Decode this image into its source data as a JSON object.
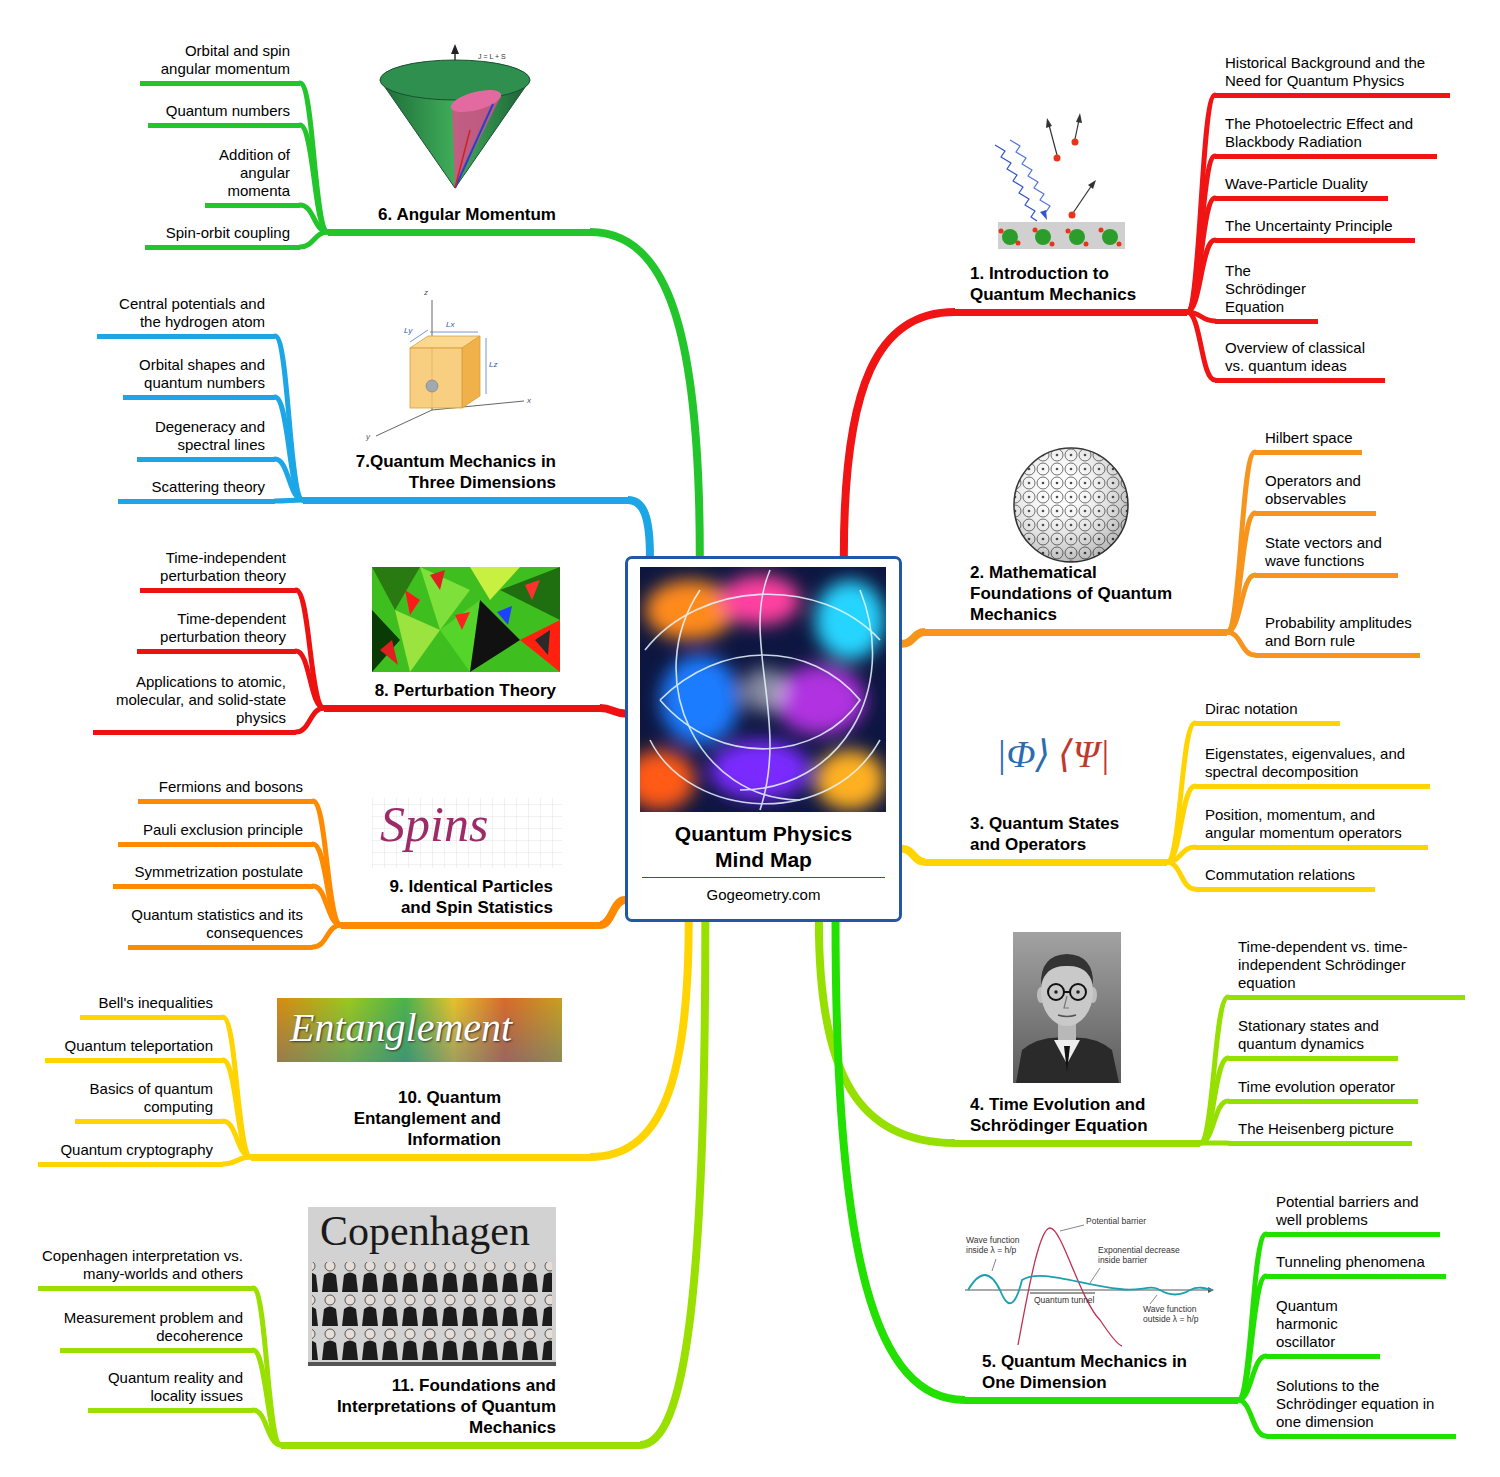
{
  "diagram": {
    "nodes": [
      {
        "text": [
          "Quantum Physics Mind Map",
          "Gogeometry.com"
        ]
      },
      {
        "text": [
          "1. Introduction to Quantum Mechanics"
        ]
      },
      {
        "text": [
          "Historical Background and the Need for Quantum Physics"
        ]
      },
      {
        "text": [
          "The Photoelectric Effect and Blackbody Radiation"
        ]
      },
      {
        "text": [
          "Wave-Particle Duality"
        ]
      },
      {
        "text": [
          "The Uncertainty Principle"
        ]
      },
      {
        "text": [
          "The Schrödinger Equation"
        ]
      },
      {
        "text": [
          "Overview of classical vs. quantum ideas"
        ]
      },
      {
        "text": [
          "2. Mathematical Foundations of Quantum Mechanics"
        ]
      },
      {
        "text": [
          "Hilbert space"
        ]
      },
      {
        "text": [
          "Operators and observables"
        ]
      },
      {
        "text": [
          "State vectors and wave functions"
        ]
      },
      {
        "text": [
          "Probability amplitudes and Born rule"
        ]
      },
      {
        "text": [
          "3. Quantum States and Operators"
        ]
      },
      {
        "text": [
          "Dirac notation"
        ]
      },
      {
        "text": [
          "Eigenstates, eigenvalues, and spectral decomposition"
        ]
      },
      {
        "text": [
          "Position, momentum, and angular momentum operators"
        ]
      },
      {
        "text": [
          "Commutation relations"
        ]
      },
      {
        "text": [
          "4. Time Evolution and Schrödinger Equation"
        ]
      },
      {
        "text": [
          "Time-dependent vs. time-independent Schrödinger equation"
        ]
      },
      {
        "text": [
          "Stationary states and quantum dynamics"
        ]
      },
      {
        "text": [
          "Time evolution operator"
        ]
      },
      {
        "text": [
          "The Heisenberg picture"
        ]
      },
      {
        "text": [
          "5. Quantum Mechanics in One Dimension"
        ]
      },
      {
        "text": [
          "Potential barriers and well problems"
        ]
      },
      {
        "text": [
          "Tunneling phenomena"
        ]
      },
      {
        "text": [
          "Quantum harmonic oscillator"
        ]
      },
      {
        "text": [
          "Solutions to the Schrödinger equation in one dimension"
        ]
      },
      {
        "text": [
          "6. Angular Momentum"
        ]
      },
      {
        "text": [
          "Orbital and spin angular momentum"
        ]
      },
      {
        "text": [
          "Quantum numbers"
        ]
      },
      {
        "text": [
          "Addition of angular momenta"
        ]
      },
      {
        "text": [
          "Spin-orbit coupling"
        ]
      },
      {
        "text": [
          "7.Quantum Mechanics in Three Dimensions"
        ]
      },
      {
        "text": [
          "Central potentials and the hydrogen atom"
        ]
      },
      {
        "text": [
          "Orbital shapes and quantum numbers"
        ]
      },
      {
        "text": [
          "Degeneracy and spectral lines"
        ]
      },
      {
        "text": [
          "Scattering theory"
        ]
      },
      {
        "text": [
          "8. Perturbation Theory"
        ]
      },
      {
        "text": [
          "Time-independent perturbation theory"
        ]
      },
      {
        "text": [
          "Time-dependent perturbation theory"
        ]
      },
      {
        "text": [
          "Applications to atomic, molecular, and solid-state physics"
        ]
      },
      {
        "text": [
          "9. Identical Particles and Spin Statistics"
        ]
      },
      {
        "text": [
          "Fermions and bosons"
        ]
      },
      {
        "text": [
          "Pauli exclusion principle"
        ]
      },
      {
        "text": [
          "Symmetrization postulate"
        ]
      },
      {
        "text": [
          "Quantum statistics and its consequences"
        ]
      },
      {
        "text": [
          "10. Quantum Entanglement and Information"
        ]
      },
      {
        "text": [
          "Bell's inequalities"
        ]
      },
      {
        "text": [
          "Quantum teleportation"
        ]
      },
      {
        "text": [
          "Basics of quantum computing"
        ]
      },
      {
        "text": [
          "Quantum cryptography"
        ]
      },
      {
        "text": [
          "11. Foundations and Interpretations of Quantum Mechanics"
        ]
      },
      {
        "text": [
          "Copenhagen interpretation vs. many-worlds and others"
        ]
      },
      {
        "text": [
          "Measurement problem and decoherence"
        ]
      },
      {
        "text": [
          "Quantum reality and locality issues"
        ]
      }
    ],
    "edges": [
      {
        "from": 0,
        "to": 1,
        "arrow": "none"
      },
      {
        "from": 1,
        "to": 2,
        "arrow": "none"
      },
      {
        "from": 1,
        "to": 3,
        "arrow": "none"
      },
      {
        "from": 1,
        "to": 4,
        "arrow": "none"
      },
      {
        "from": 1,
        "to": 5,
        "arrow": "none"
      },
      {
        "from": 1,
        "to": 6,
        "arrow": "none"
      },
      {
        "from": 1,
        "to": 7,
        "arrow": "none"
      },
      {
        "from": 0,
        "to": 8,
        "arrow": "none"
      },
      {
        "from": 8,
        "to": 9,
        "arrow": "none"
      },
      {
        "from": 8,
        "to": 10,
        "arrow": "none"
      },
      {
        "from": 8,
        "to": 11,
        "arrow": "none"
      },
      {
        "from": 8,
        "to": 12,
        "arrow": "none"
      },
      {
        "from": 0,
        "to": 13,
        "arrow": "none"
      },
      {
        "from": 13,
        "to": 14,
        "arrow": "none"
      },
      {
        "from": 13,
        "to": 15,
        "arrow": "none"
      },
      {
        "from": 13,
        "to": 16,
        "arrow": "none"
      },
      {
        "from": 13,
        "to": 17,
        "arrow": "none"
      },
      {
        "from": 0,
        "to": 18,
        "arrow": "none"
      },
      {
        "from": 18,
        "to": 19,
        "arrow": "none"
      },
      {
        "from": 18,
        "to": 20,
        "arrow": "none"
      },
      {
        "from": 18,
        "to": 21,
        "arrow": "none"
      },
      {
        "from": 18,
        "to": 22,
        "arrow": "none"
      },
      {
        "from": 0,
        "to": 23,
        "arrow": "none"
      },
      {
        "from": 23,
        "to": 24,
        "arrow": "none"
      },
      {
        "from": 23,
        "to": 25,
        "arrow": "none"
      },
      {
        "from": 23,
        "to": 26,
        "arrow": "none"
      },
      {
        "from": 23,
        "to": 27,
        "arrow": "none"
      },
      {
        "from": 0,
        "to": 28,
        "arrow": "none"
      },
      {
        "from": 28,
        "to": 29,
        "arrow": "none"
      },
      {
        "from": 28,
        "to": 30,
        "arrow": "none"
      },
      {
        "from": 28,
        "to": 31,
        "arrow": "none"
      },
      {
        "from": 28,
        "to": 32,
        "arrow": "none"
      },
      {
        "from": 0,
        "to": 33,
        "arrow": "none"
      },
      {
        "from": 33,
        "to": 34,
        "arrow": "none"
      },
      {
        "from": 33,
        "to": 35,
        "arrow": "none"
      },
      {
        "from": 33,
        "to": 36,
        "arrow": "none"
      },
      {
        "from": 33,
        "to": 37,
        "arrow": "none"
      },
      {
        "from": 0,
        "to": 38,
        "arrow": "none"
      },
      {
        "from": 38,
        "to": 39,
        "arrow": "none"
      },
      {
        "from": 38,
        "to": 40,
        "arrow": "none"
      },
      {
        "from": 38,
        "to": 41,
        "arrow": "none"
      },
      {
        "from": 0,
        "to": 42,
        "arrow": "none"
      },
      {
        "from": 42,
        "to": 43,
        "arrow": "none"
      },
      {
        "from": 42,
        "to": 44,
        "arrow": "none"
      },
      {
        "from": 42,
        "to": 45,
        "arrow": "none"
      },
      {
        "from": 42,
        "to": 46,
        "arrow": "none"
      },
      {
        "from": 0,
        "to": 47,
        "arrow": "none"
      },
      {
        "from": 47,
        "to": 48,
        "arrow": "none"
      },
      {
        "from": 47,
        "to": 49,
        "arrow": "none"
      },
      {
        "from": 47,
        "to": 50,
        "arrow": "none"
      },
      {
        "from": 47,
        "to": 51,
        "arrow": "none"
      },
      {
        "from": 0,
        "to": 52,
        "arrow": "none"
      },
      {
        "from": 52,
        "to": 53,
        "arrow": "none"
      },
      {
        "from": 52,
        "to": 54,
        "arrow": "none"
      },
      {
        "from": 52,
        "to": 55,
        "arrow": "none"
      }
    ],
    "labels": [
      "J = L + S",
      "z",
      "Ly",
      "Lx",
      "Lz",
      "x",
      "y",
      "|Φ⟩",
      "⟨Ψ|",
      "Spins",
      "Potential barrier",
      "Wave function inside λ = h/p",
      "Exponential decrease inside barrier",
      "Quantum tunnel",
      "Wave function outside λ = h/p",
      "Entanglement",
      "Copenhagen"
    ]
  }
}
